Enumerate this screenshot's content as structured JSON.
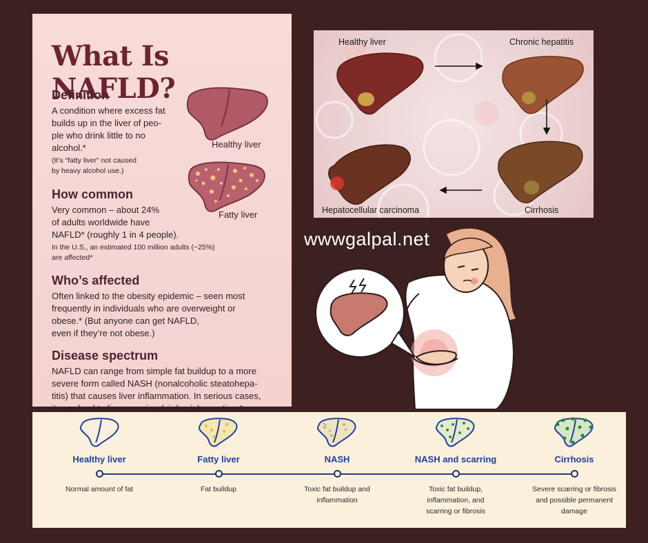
{
  "info": {
    "title": "What Is NAFLD?",
    "definition": {
      "heading": "Definition",
      "lines": [
        "A condition where excess fat",
        "builds up in the liver of peo-",
        "ple who drink little to no",
        "alcohol.*"
      ],
      "note_lines": [
        "(It’s “fatty liver” not caused",
        "by heavy alcohol use.)"
      ]
    },
    "healthy_caption": "Healthy liver",
    "fatty_caption": "Fatty liver",
    "how_common": {
      "heading": "How common",
      "lines": [
        "Very common – about 24%",
        "of adults worldwide have",
        "NAFLD* (roughly 1 in 4 people)."
      ],
      "note_lines": [
        "In the U.S., an estimated 100 million adults (~25%)",
        "are affected*"
      ]
    },
    "whos_affected": {
      "heading": "Who’s affected",
      "lines": [
        "Often linked to the obesity epidemic – seen most",
        "frequently in individuals who are overweight or",
        "obese.* (But anyone can get NAFLD,",
        "even if they’re not obese.)"
      ]
    },
    "spectrum": {
      "heading": "Disease spectrum",
      "lines": [
        "NAFLD can range from simple fat buildup to a more",
        "severe form called NASH (nonalcoholic steatohepa-",
        "titis) that causes liver inflammation. In serious cases,",
        "it may lead to liver scarring (cirrhosis) over time*"
      ]
    }
  },
  "photo": {
    "labels": {
      "healthy": "Healthy liver",
      "hepatitis": "Chronic hepatitis",
      "carcinoma": "Hepatocellular carcinoma",
      "cirrhosis": "Cirrhosis"
    }
  },
  "watermark": "wwwgalpal.net",
  "stages": [
    {
      "name": "Healthy liver",
      "desc": [
        "Normal amount of fat"
      ]
    },
    {
      "name": "Fatty liver",
      "desc": [
        "Fat buildup"
      ]
    },
    {
      "name": "NASH",
      "desc": [
        "Toxic fat buildup and",
        "inflammation"
      ]
    },
    {
      "name": "NASH and scarring",
      "desc": [
        "Toxic fat buildup,",
        "inflammation, and",
        "scarring or fibrosis"
      ]
    },
    {
      "name": "Cirrhosis",
      "desc": [
        "Severe scarring or fibrosis",
        "and possible permanent",
        "damage"
      ]
    }
  ],
  "colors": {
    "background": "#3d2020",
    "panel": "#f8dbd9",
    "title": "#6a2530",
    "stage_blue": "#1f3fa0",
    "strip": "#fbf0dc"
  }
}
